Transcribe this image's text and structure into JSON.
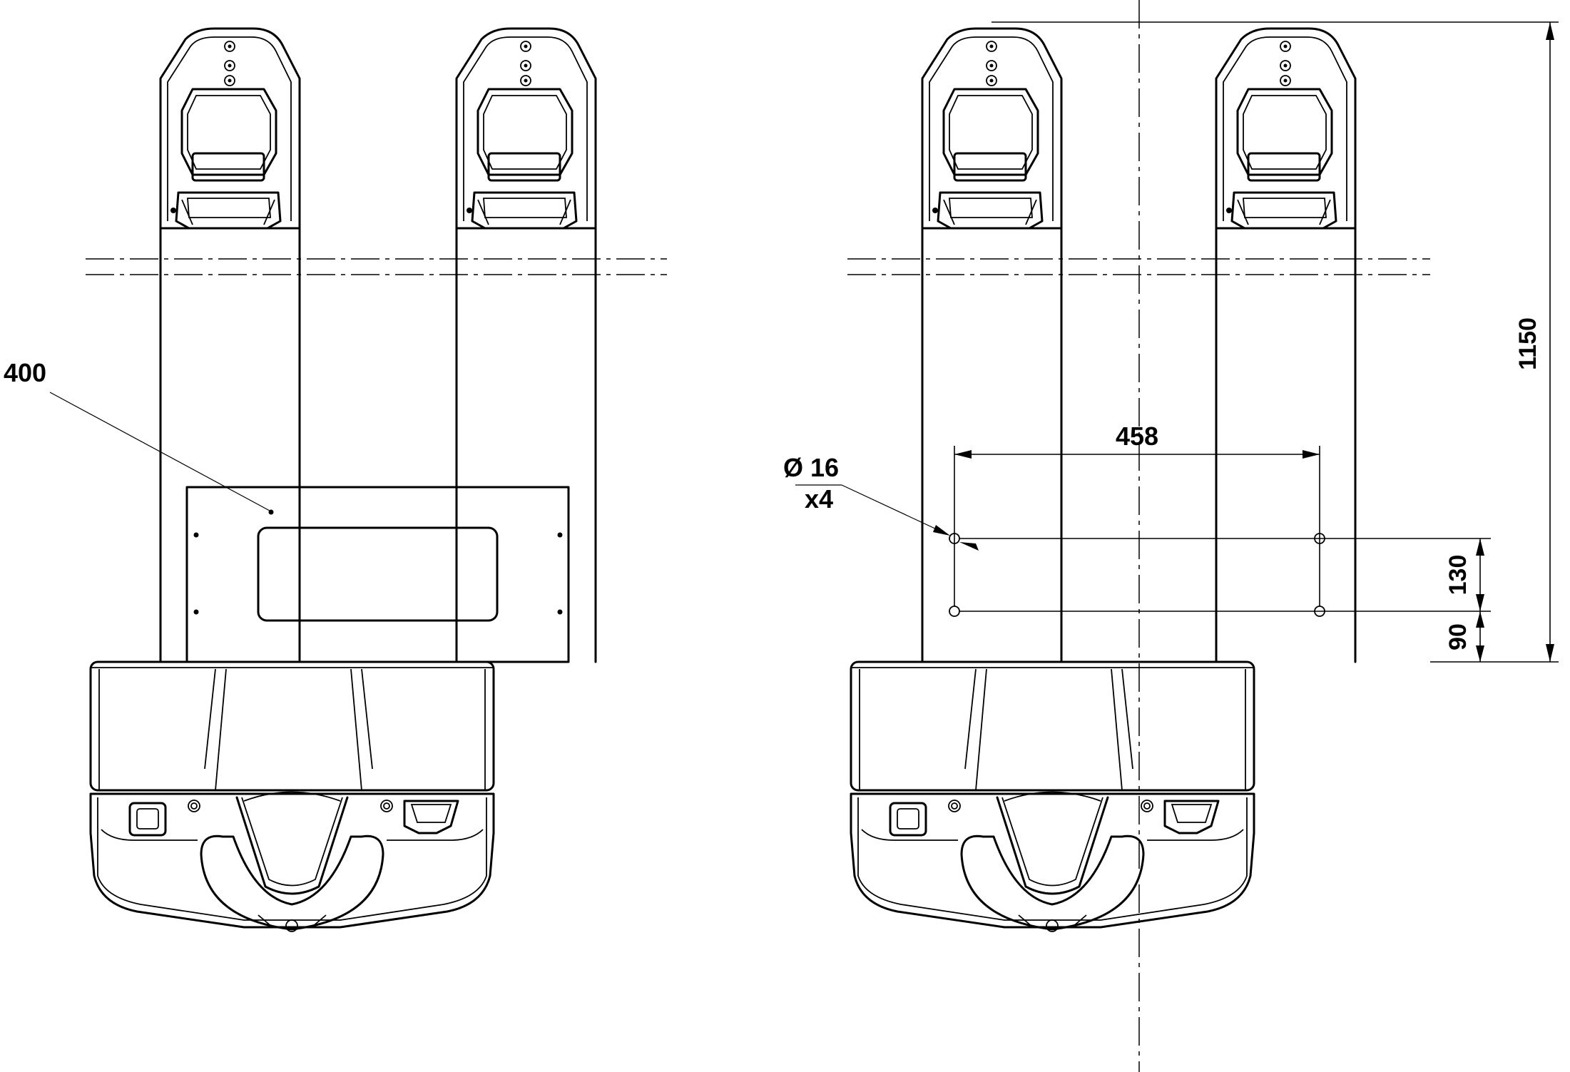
{
  "labels": {
    "plate_callout": "400",
    "hole_diameter": "Ø 16",
    "hole_count": "x4",
    "hole_spacing_width": "458",
    "fork_length": "1150",
    "hole_spacing_height": "130",
    "hole_offset": "90"
  },
  "colors": {
    "line": "#000000",
    "background": "#ffffff"
  }
}
